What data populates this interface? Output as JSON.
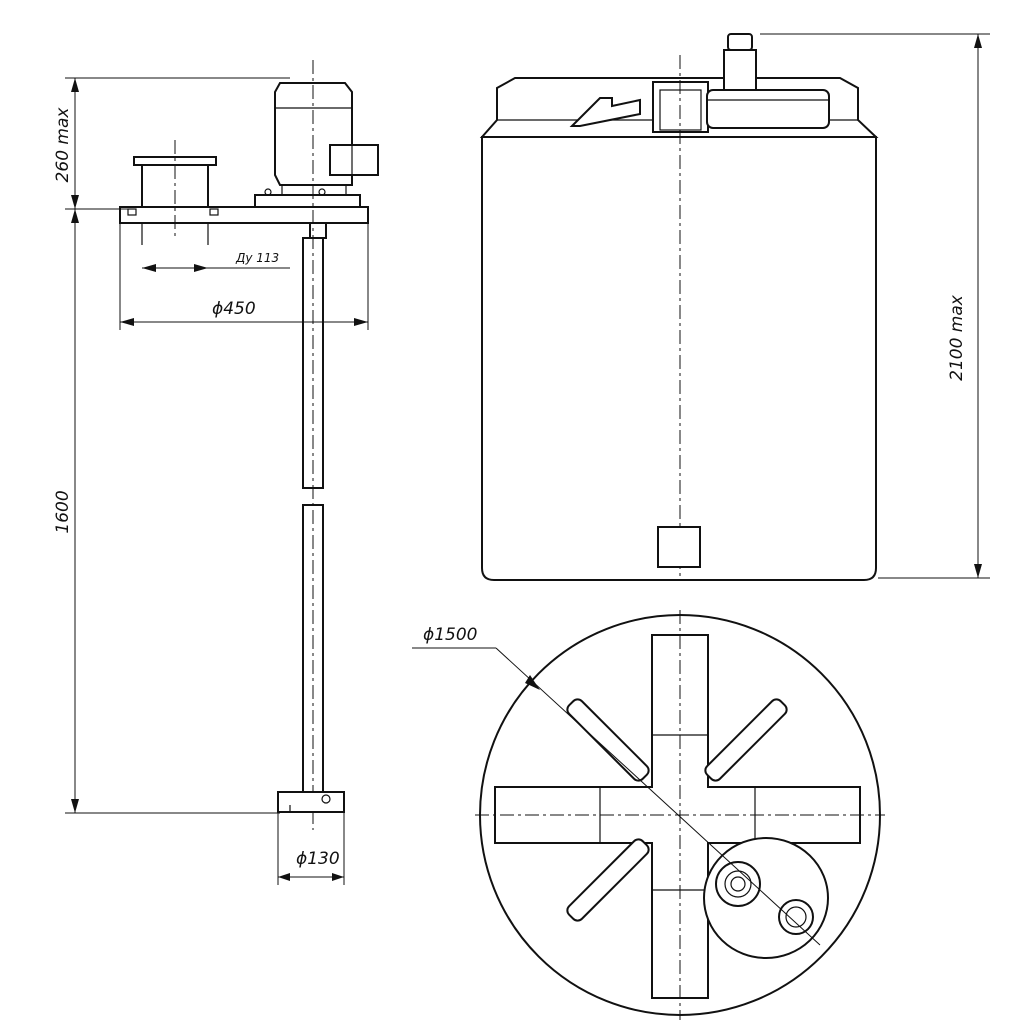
{
  "labels": {
    "height_motor": "260 max",
    "shaft_length": "1600",
    "nominal_bore": "Ду 113",
    "flange_diameter": "ϕ450",
    "impeller_diameter": "ϕ130",
    "tank_height": "2100 max",
    "tank_diameter": "ϕ1500"
  }
}
